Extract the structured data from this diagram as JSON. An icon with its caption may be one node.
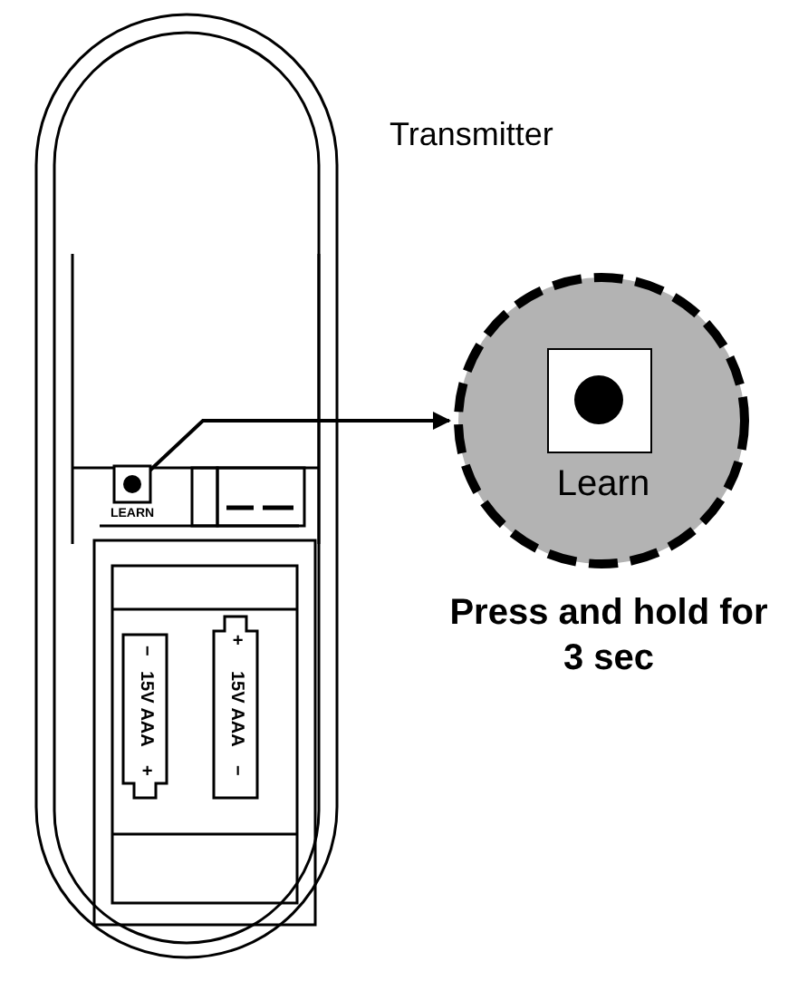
{
  "diagram": {
    "nodes": [
      {
        "text": [
          "LEARN"
        ]
      },
      {
        "text": [
          "Learn"
        ]
      }
    ],
    "edges": [
      {
        "from": 0,
        "to": 1,
        "arrow": "to"
      }
    ],
    "labels": [
      "Transmitter",
      "−",
      "15V AAA",
      "+",
      "+",
      "15V AAA",
      "−",
      "Press and hold for 3 sec"
    ]
  }
}
